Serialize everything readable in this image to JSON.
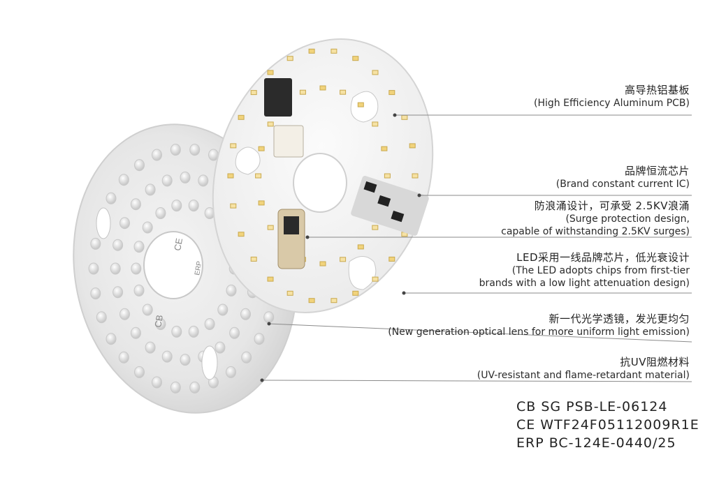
{
  "callouts": [
    {
      "cn": "高导热铝基板",
      "en": "(High Efficiency Aluminum PCB)"
    },
    {
      "cn": "品牌恒流芯片",
      "en": "(Brand constant current IC)"
    },
    {
      "cn": "防浪涌设计，可承受 2.5KV浪涌",
      "en1": "(Surge protection design,",
      "en2": "capable of withstanding 2.5KV surges)"
    },
    {
      "cn": "LED采用一线品牌芯片，低光衰设计",
      "en1": "(The LED adopts chips from first-tier",
      "en2": "brands with a low light attenuation design)"
    },
    {
      "cn": "新一代光学透镜，发光更均匀",
      "en": "(New generation optical lens for more uniform light emission)"
    },
    {
      "cn": "抗UV阻燃材料",
      "en": "(UV-resistant and flame-retardant material)"
    }
  ],
  "certs": [
    "CB  SG  PSB-LE-06124",
    "CE  WTF24F05112009R1E",
    "ERP  BC-124E-0440/25"
  ],
  "product_marks": {
    "lens_ce": "CE",
    "lens_cb": "CB",
    "lens_erp": "ERP"
  }
}
